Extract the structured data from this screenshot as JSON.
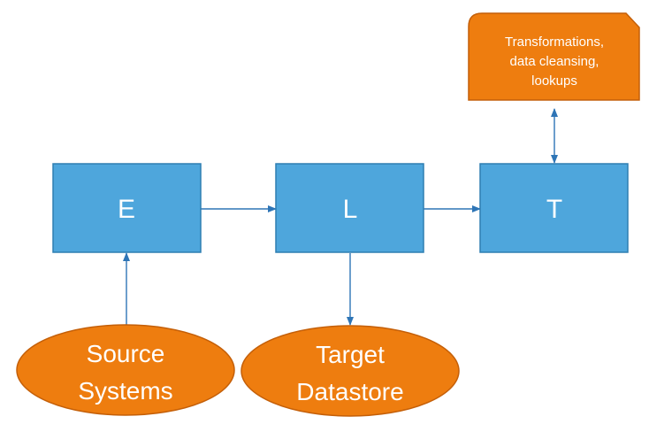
{
  "nodes": {
    "e": {
      "label": "E"
    },
    "l": {
      "label": "L"
    },
    "t": {
      "label": "T"
    },
    "source": {
      "line1": "Source",
      "line2": "Systems"
    },
    "target": {
      "line1": "Target",
      "line2": "Datastore"
    },
    "note": {
      "line1": "Transformations,",
      "line2": "data cleansing,",
      "line3": "lookups"
    }
  },
  "colors": {
    "process_fill": "#4ea6dc",
    "process_stroke": "#2f7fb2",
    "data_fill": "#ee7d0f",
    "data_stroke": "#c45f08",
    "arrow": "#2e75b6",
    "text": "#ffffff"
  }
}
